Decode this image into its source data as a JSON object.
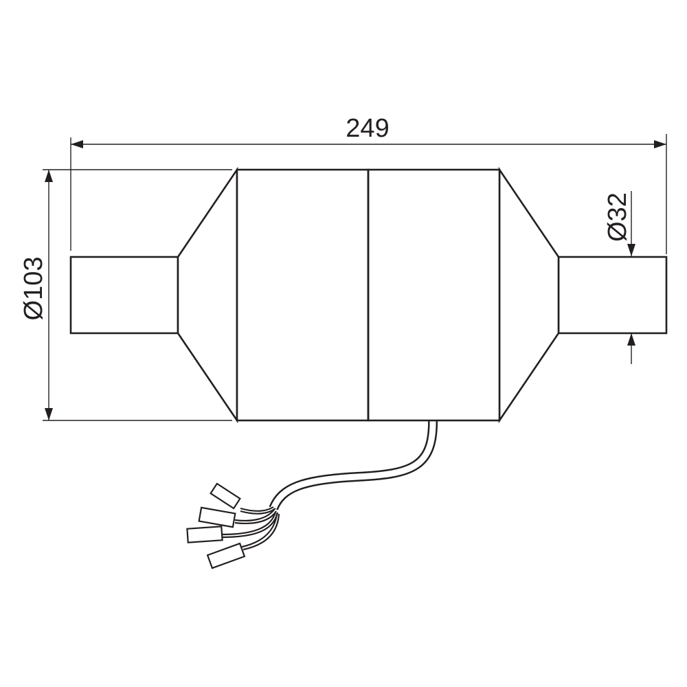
{
  "dimensions": {
    "overall_length": "249",
    "body_diameter": "Ø103",
    "pipe_diameter": "Ø32"
  },
  "colors": {
    "line": "#231f20",
    "background": "#ffffff"
  }
}
